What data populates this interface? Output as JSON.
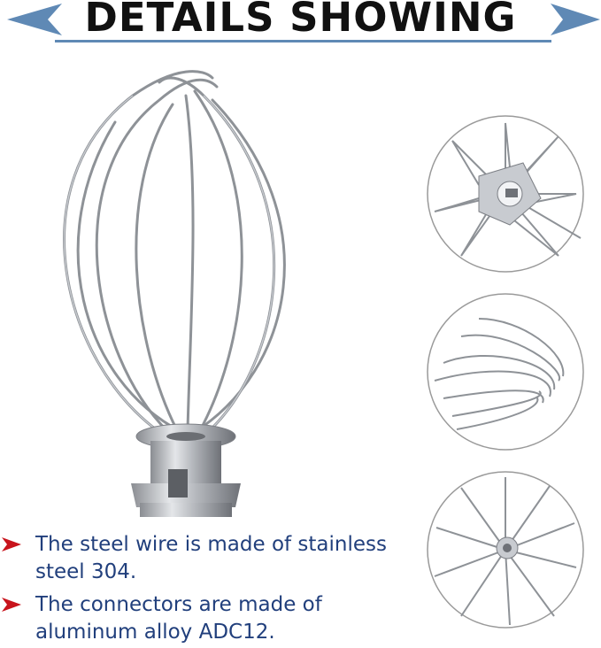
{
  "header": {
    "title": "DETAILS SHOWING",
    "left_arrow_icon": "triangle-left-icon",
    "right_arrow_icon": "triangle-right-icon",
    "accent_color": "#5f89b5"
  },
  "images": {
    "main": "wire-whisk-side-view",
    "detail_top": "whisk-hub-bottom-view",
    "detail_middle": "whisk-wire-tip-closeup",
    "detail_bottom": "whisk-top-view-spokes"
  },
  "bullets": [
    {
      "text": "The steel wire is made of stainless steel 304.",
      "marker_color": "#c8141c",
      "text_color": "#213f7c"
    },
    {
      "text": "The connectors are made of aluminum alloy ADC12.",
      "marker_color": "#c8141c",
      "text_color": "#213f7c"
    }
  ]
}
